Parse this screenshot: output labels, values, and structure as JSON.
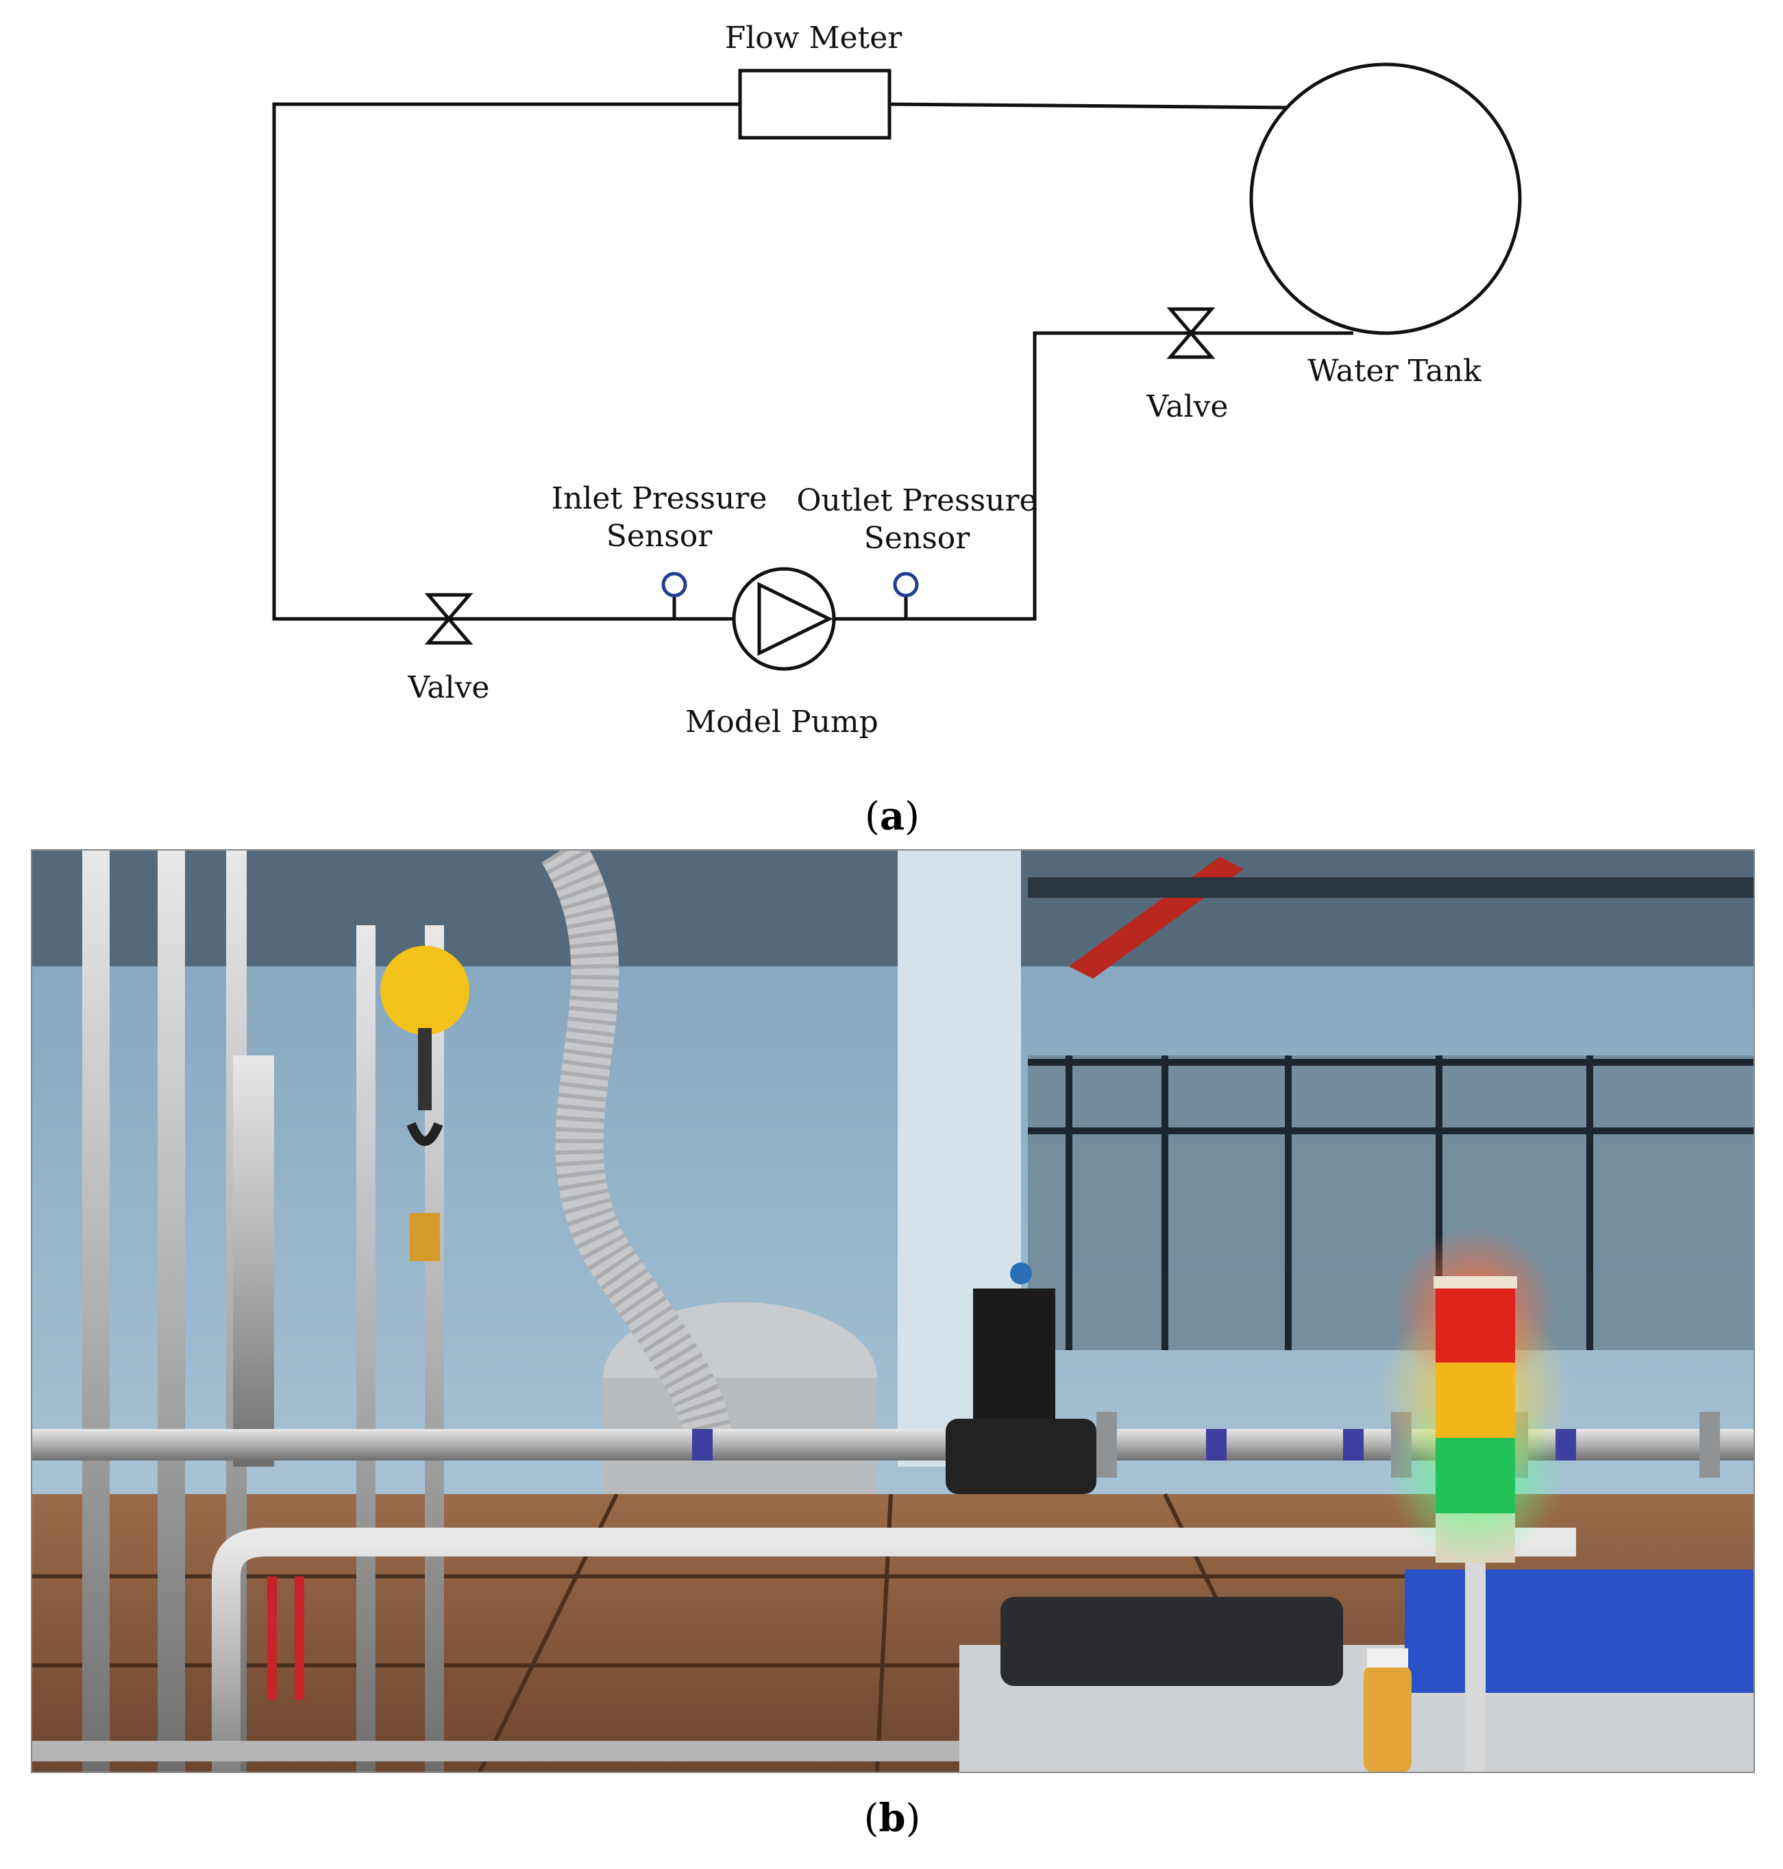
{
  "diagram": {
    "labels": {
      "flow_meter": "Flow Meter",
      "water_tank": "Water Tank",
      "valve_right": "Valve",
      "valve_left": "Valve",
      "inlet_sensor_line1": "Inlet Pressure",
      "inlet_sensor_line2": "Sensor",
      "outlet_sensor_line1": "Outlet Pressure",
      "outlet_sensor_line2": "Sensor",
      "model_pump": "Model Pump"
    },
    "caption_a_letter": "a",
    "caption_b_letter": "b",
    "colors": {
      "line": "#111111",
      "sensor": "#1f3f8f",
      "photo_wall": "#a9c4d6",
      "photo_floor": "#8a5a3a",
      "light_red": "#e0221c",
      "light_yellow": "#f2b51a",
      "light_green": "#22c25a"
    }
  }
}
